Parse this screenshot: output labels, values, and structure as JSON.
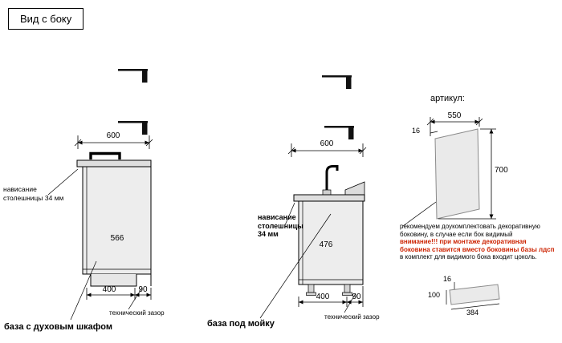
{
  "title": "Вид с боку",
  "colors": {
    "warning_red": "#cc2200",
    "cabinet_fill": "#ededed",
    "countertop_fill": "#dedede",
    "line": "#000000"
  },
  "oven_base": {
    "label": "база с духовым шкафом",
    "top_width_dim": "600",
    "inner_depth_dim": "566",
    "plinth_dim": "400",
    "gap_dim": "90",
    "overhang_note": [
      "нависание",
      "столешницы 34 мм"
    ],
    "gap_label": "технический зазор"
  },
  "sink_base": {
    "label": "база под мойку",
    "top_width_dim": "600",
    "inner_depth_dim": "476",
    "plinth_dim": "400",
    "gap_dim": "90",
    "overhang_note": [
      "нависание",
      "столешницы",
      "34 мм"
    ],
    "gap_label": "технический зазор"
  },
  "decor_panel": {
    "heading": "артикул:",
    "width_dim": "550",
    "thickness_dim": "16",
    "height_dim": "700",
    "note": [
      "рекомендуем доукомплектовать декоративную",
      "боковину, в случае если бок видимый",
      "внимание!!! при монтаже декоративная",
      "боковина ставится вместо боковины базы лдсп",
      "в комплект для видимого бока входит цоколь."
    ],
    "plinth_piece": {
      "thickness_dim": "16",
      "height_dim": "100",
      "length_dim": "384"
    }
  }
}
